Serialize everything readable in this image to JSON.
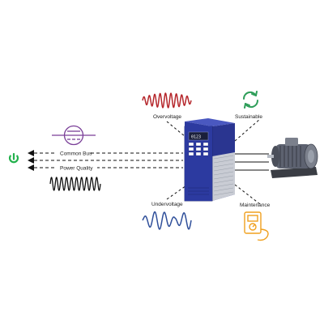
{
  "labels": {
    "common_bus": "Common Bus",
    "power_quality": "Power Quality",
    "overvoltage": "Overvoltage",
    "undervoltage": "Undervoltage",
    "sustainable": "Sustainable",
    "maintenance": "Maintenance"
  },
  "device": {
    "display_text": "0123"
  },
  "icons": {
    "power": "power-icon",
    "bus": "bus-symbol-icon",
    "recycle": "recycle-icon",
    "multimeter": "multimeter-icon",
    "motor": "electric-motor-icon"
  },
  "colors": {
    "power_icon": "#22b14c",
    "overvoltage_wave": "#b5262b",
    "undervoltage_wave": "#2f4f9a",
    "bus_symbol": "#7a3f98",
    "recycle": "#2f9e5a",
    "multimeter": "#f0a01e",
    "device_body": "#2c3aa0",
    "lines": "#111111"
  }
}
